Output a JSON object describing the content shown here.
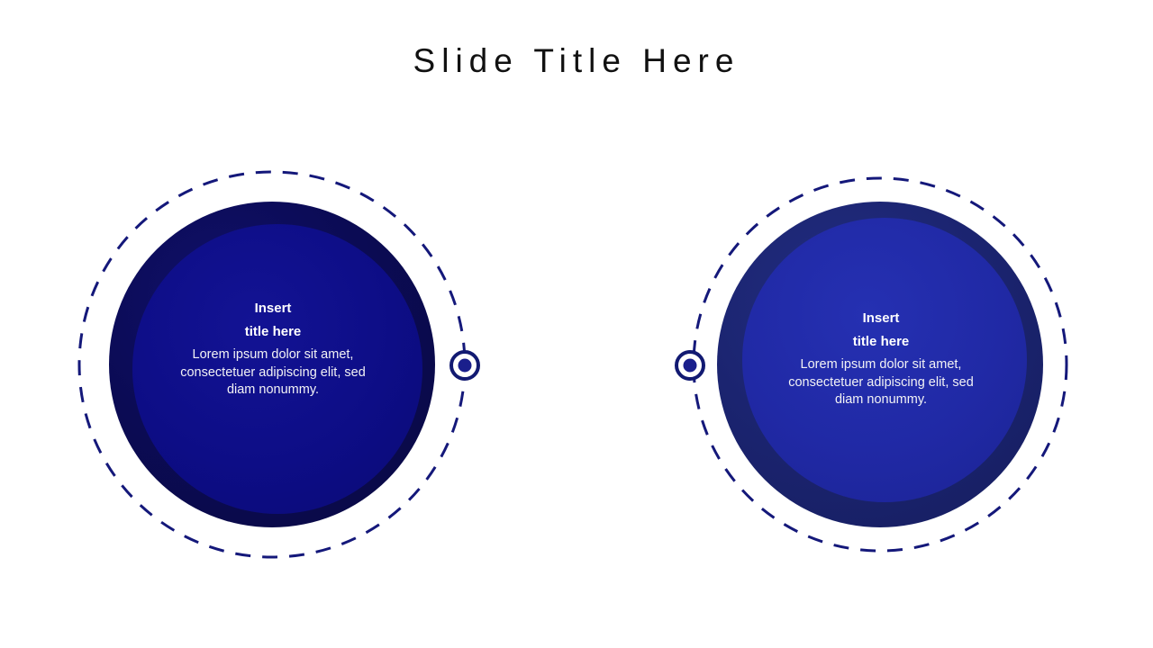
{
  "slide": {
    "title": "Slide Title Here",
    "background_color": "#ffffff"
  },
  "palette": {
    "navy_dark": "#0b0b52",
    "navy_mid": "#0d0d86",
    "blue_ring": "#1b2470",
    "blue_fill": "#2029a5",
    "dash_stroke": "#14187a",
    "connector_dark": "#0d1060",
    "connector_light": "#2a3f8f",
    "text_white": "#ffffff"
  },
  "nodes": [
    {
      "id": "left",
      "heading_line1": "Insert",
      "heading_line2": "title here",
      "body": "Lorem ipsum dolor sit amet, consectetuer adipiscing elit, sed diam nonummy.",
      "ring_color": "#0b0b52",
      "fill_color": "#0d0d86"
    },
    {
      "id": "right",
      "heading_line1": "Insert",
      "heading_line2": "title here",
      "body": "Lorem ipsum dolor sit amet, consectetuer adipiscing elit, sed diam nonummy.",
      "ring_color": "#1b2470",
      "fill_color": "#2029a5"
    }
  ],
  "connector": {
    "left_node_label": "connector-endpoint-left",
    "right_node_label": "connector-endpoint-right"
  }
}
